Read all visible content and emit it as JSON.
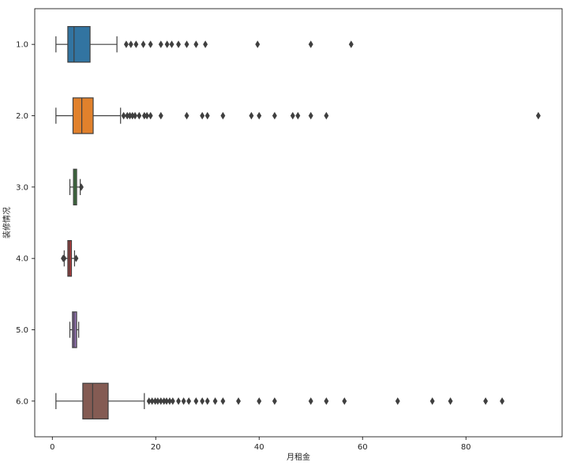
{
  "chart_data": {
    "type": "boxplot",
    "orientation": "horizontal",
    "xlabel": "月租金",
    "ylabel": "装修情况",
    "xlim": [
      -3.4,
      98.6
    ],
    "xticks": [
      0,
      20,
      40,
      60,
      80
    ],
    "grid": false,
    "legend": "none",
    "categories": [
      "1.0",
      "2.0",
      "3.0",
      "4.0",
      "5.0",
      "6.0"
    ],
    "series": [
      {
        "category": "1.0",
        "color": "#3274a1",
        "whisker_low": 0.7,
        "q1": 3.0,
        "median": 4.2,
        "q3": 7.3,
        "whisker_high": 12.5,
        "outliers": [
          14.3,
          15.2,
          16.2,
          17.6,
          19.0,
          21.0,
          22.2,
          23.1,
          24.4,
          26.0,
          27.8,
          29.6,
          39.7,
          50.0,
          57.8
        ]
      },
      {
        "category": "2.0",
        "color": "#e1812c",
        "whisker_low": 0.7,
        "q1": 4.0,
        "median": 5.7,
        "q3": 7.9,
        "whisker_high": 13.2,
        "outliers": [
          13.8,
          14.5,
          15.0,
          15.5,
          16.0,
          16.8,
          17.8,
          18.3,
          19.0,
          21.0,
          26.0,
          29.0,
          30.0,
          33.0,
          38.5,
          40.0,
          43.0,
          46.5,
          47.5,
          50.0,
          53.0,
          94.0
        ]
      },
      {
        "category": "3.0",
        "color": "#3a923a",
        "whisker_low": 3.4,
        "q1": 4.1,
        "median": 4.4,
        "q3": 4.7,
        "whisker_high": 5.4,
        "outliers": [
          5.6
        ]
      },
      {
        "category": "4.0",
        "color": "#c03d3e",
        "whisker_low": 2.3,
        "q1": 3.0,
        "median": 3.3,
        "q3": 3.7,
        "whisker_high": 4.3,
        "outliers": [
          2.1,
          2.3,
          4.6
        ]
      },
      {
        "category": "5.0",
        "color": "#9372b2",
        "whisker_low": 3.4,
        "q1": 3.9,
        "median": 4.2,
        "q3": 4.7,
        "whisker_high": 5.1,
        "outliers": []
      },
      {
        "category": "6.0",
        "color": "#845b53",
        "whisker_low": 0.7,
        "q1": 5.9,
        "median": 7.8,
        "q3": 10.8,
        "whisker_high": 17.8,
        "outliers": [
          18.7,
          19.3,
          19.9,
          20.4,
          21.0,
          21.6,
          22.1,
          22.7,
          23.3,
          24.4,
          25.4,
          26.4,
          27.8,
          29.0,
          30.0,
          31.5,
          33.0,
          36.0,
          40.0,
          43.0,
          50.0,
          53.0,
          56.5,
          66.8,
          73.5,
          77.0,
          83.8,
          87.0
        ]
      }
    ]
  }
}
